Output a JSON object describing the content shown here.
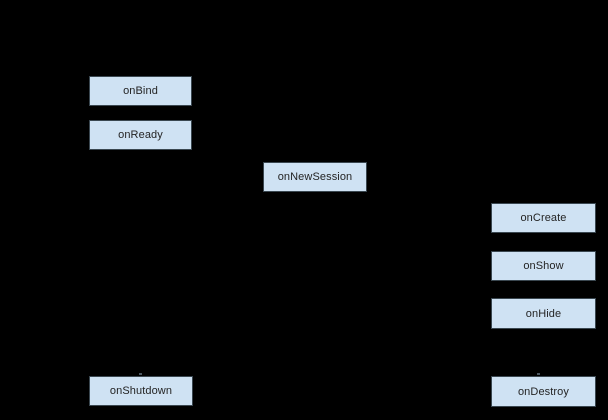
{
  "diagram": {
    "type": "lifecycle-flow",
    "background_color": "#000000",
    "node_fill_color": "#cfe2f3",
    "node_border_color": "#3a4750",
    "node_text_color": "#242424",
    "nodes": [
      {
        "id": "onBind",
        "label": "onBind"
      },
      {
        "id": "onReady",
        "label": "onReady"
      },
      {
        "id": "onNewSession",
        "label": "onNewSession"
      },
      {
        "id": "onCreate",
        "label": "onCreate"
      },
      {
        "id": "onShow",
        "label": "onShow"
      },
      {
        "id": "onHide",
        "label": "onHide"
      },
      {
        "id": "onShutdown",
        "label": "onShutdown"
      },
      {
        "id": "onDestroy",
        "label": "onDestroy"
      }
    ]
  }
}
